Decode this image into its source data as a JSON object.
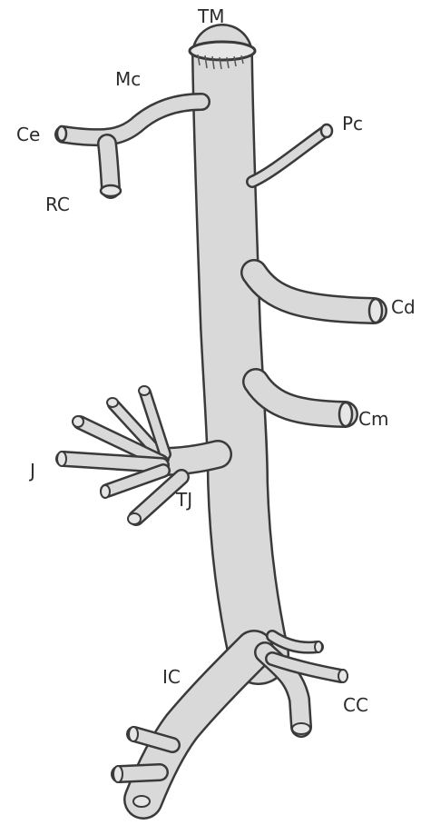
{
  "diagram": {
    "colors": {
      "vessel_fill": "#d9d9d9",
      "vessel_edge": "#3a3a3a",
      "background": "#ffffff",
      "label": "#2b2b2b"
    },
    "labels": {
      "tm": "TM",
      "mc": "Mc",
      "ce": "Ce",
      "rc": "RC",
      "pc": "Pc",
      "cd": "Cd",
      "cm": "Cm",
      "j": "J",
      "tj": "TJ",
      "ic": "IC",
      "cc": "CC"
    }
  }
}
